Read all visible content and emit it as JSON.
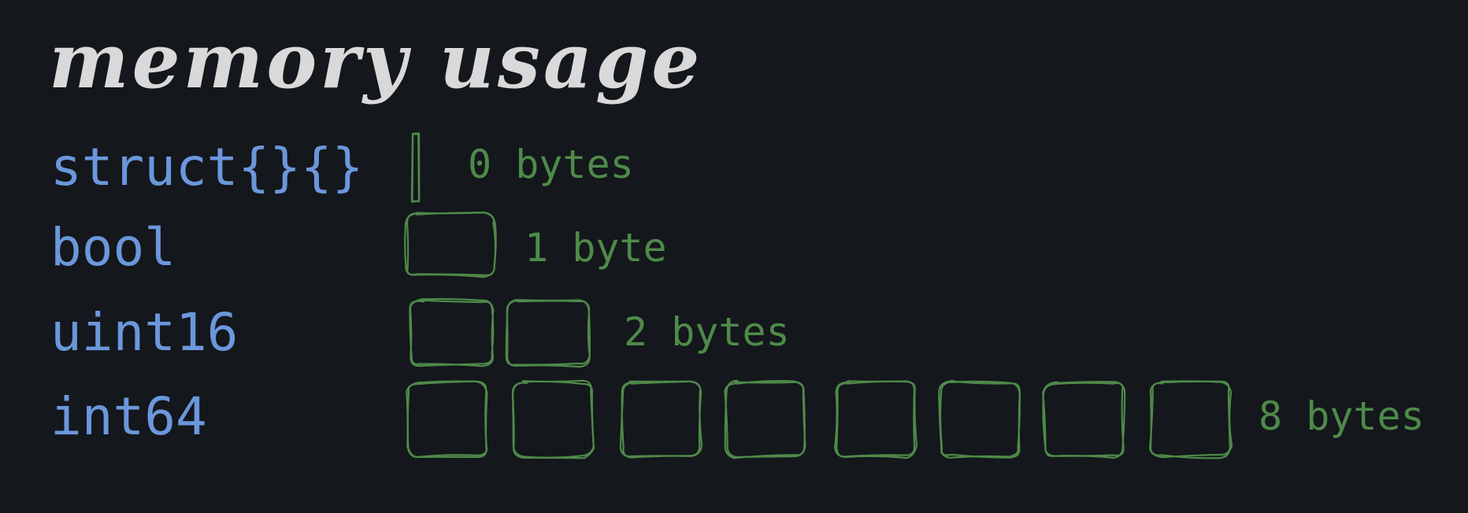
{
  "title": "memory usage",
  "rows": [
    {
      "type": "struct{}{}",
      "size_label": "0 bytes",
      "bytes": 0
    },
    {
      "type": "bool",
      "size_label": "1 byte",
      "bytes": 1
    },
    {
      "type": "uint16",
      "size_label": "2 bytes",
      "bytes": 2
    },
    {
      "type": "int64",
      "size_label": "8 bytes",
      "bytes": 8
    }
  ],
  "colors": {
    "background": "#14171c",
    "title": "#d9d9d9",
    "type_text": "#6b97db",
    "byte_box": "#4e8a49"
  }
}
